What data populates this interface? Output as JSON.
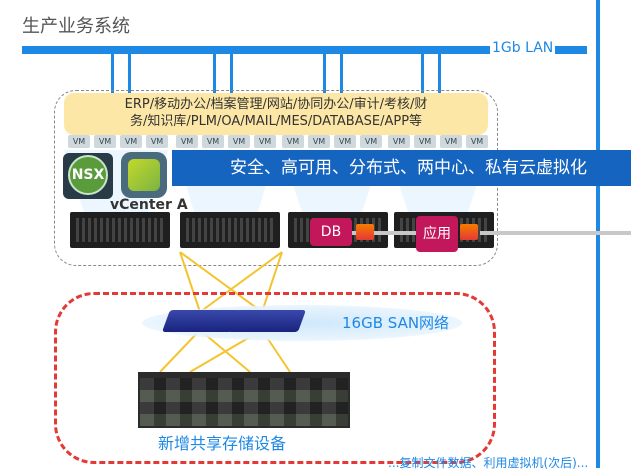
{
  "diagram": {
    "title": "生产业务系统",
    "lan_label": "1Gb LAN",
    "apps_text_line1": "ERP/移动办公/档案管理/网站/协同办公/审计/考核/财",
    "apps_text_line2": "务/知识库/PLM/OA/MAIL/MES/DATABASE/APP等",
    "vm_label": "VM",
    "banner_text": "安全、高可用、分布式、两中心、私有云虚拟化",
    "nsx_label": "NSX",
    "vcenter_label": "vCenter A",
    "db_label": "DB",
    "app_label": "应用",
    "san_label": "16GB SAN网络",
    "storage_label": "新增共享存储设备",
    "bottom_partial_text": "...复制文件数据、利用虚拟机(次后)..."
  },
  "colors": {
    "lan_blue": "#1e88e5",
    "banner_blue": "#1565c0",
    "app_box": "#fce7a6",
    "badge": "#c2185b",
    "storage_dash": "#e53935",
    "fc_link": "#f4c430"
  }
}
